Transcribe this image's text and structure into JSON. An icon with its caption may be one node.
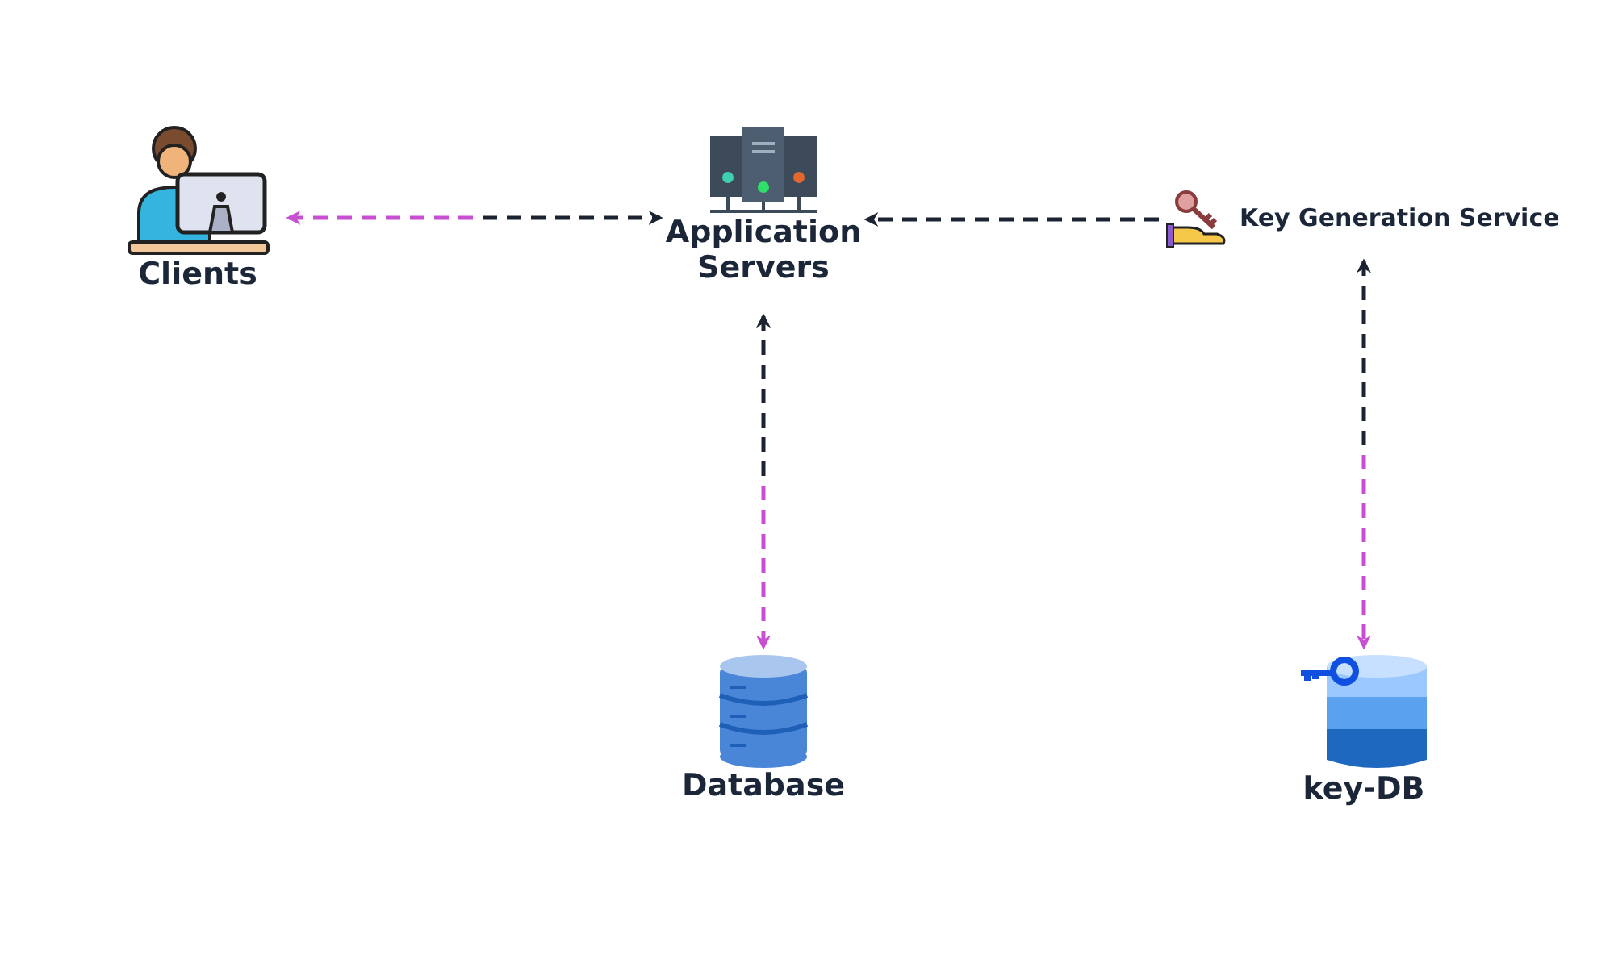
{
  "diagram": {
    "nodes": [
      {
        "text": [
          "Clients"
        ]
      },
      {
        "text": [
          "Application Servers"
        ]
      },
      {
        "text": [
          "Key Generation Service"
        ]
      },
      {
        "text": [
          "Database"
        ]
      },
      {
        "text": [
          "key-DB"
        ]
      }
    ],
    "edges": [
      {
        "from": 0,
        "to": 1,
        "arrow": "both",
        "style": "dashed"
      },
      {
        "from": 2,
        "to": 1,
        "arrow": "to",
        "style": "dashed"
      },
      {
        "from": 1,
        "to": 3,
        "arrow": "both",
        "style": "dashed"
      },
      {
        "from": 2,
        "to": 4,
        "arrow": "both",
        "style": "dashed"
      }
    ]
  }
}
